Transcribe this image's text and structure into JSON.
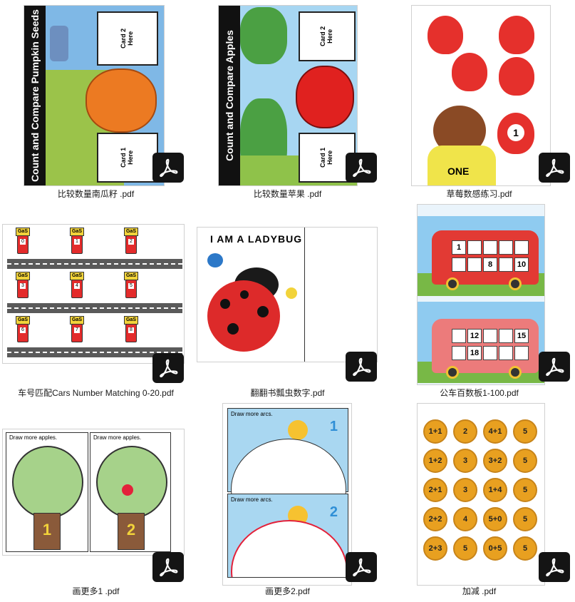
{
  "files": [
    {
      "name": "比较数量南瓜籽 .pdf",
      "title": "Count and Compare Pumpkin Seeds",
      "card2": "Card 2\nHere",
      "card1": "Card 1\nHere"
    },
    {
      "name": "比较数量苹果 .pdf",
      "title": "Count and Compare Apples",
      "card2": "Card 2\nHere",
      "card1": "Card 1\nHere"
    },
    {
      "name": "草莓数感练习.pdf",
      "shirt_text": "ONE",
      "strawberry_number": "1"
    },
    {
      "name": "车号匹配Cars Number Matching 0-20.pdf",
      "gas_label": "GaS",
      "numbers": [
        "0",
        "1",
        "2",
        "3",
        "4",
        "5",
        "6",
        "7",
        "8"
      ]
    },
    {
      "name": "翻翻书瓢虫数字.pdf",
      "title": "I AM A LADYBUG"
    },
    {
      "name": "公车百数板1-100.pdf",
      "bus1_numbers": [
        "1",
        "8",
        "10"
      ],
      "bus2_numbers": [
        "12",
        "15",
        "18"
      ]
    },
    {
      "name": "画更多1 .pdf",
      "heading": "Draw more apples.",
      "numbers": [
        "1",
        "2"
      ]
    },
    {
      "name": "画更多2.pdf",
      "heading": "Draw more arcs.",
      "numbers": [
        "1",
        "2"
      ]
    },
    {
      "name": "加减 .pdf",
      "coins": [
        "1+1",
        "2",
        "4+1",
        "5",
        "1+2",
        "3",
        "3+2",
        "5",
        "2+1",
        "3",
        "1+4",
        "5",
        "2+2",
        "4",
        "5+0",
        "5",
        "2+3",
        "5",
        "0+5",
        "5"
      ]
    }
  ],
  "icons": {
    "pdf_badge": "adobe-pdf-icon"
  },
  "colors": {
    "badge_bg": "#141414",
    "pdf_red": "#ffffff"
  }
}
